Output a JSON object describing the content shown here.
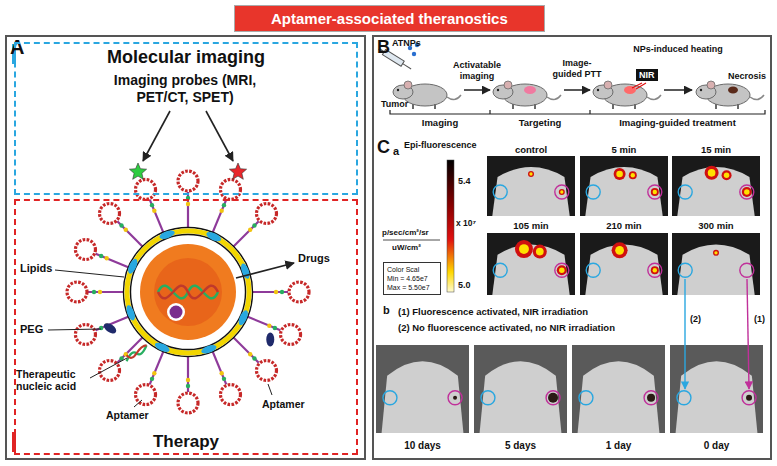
{
  "diagram": {
    "title": "Aptamer-associated theranostics",
    "nodes": [
      {
        "text": [
          "A"
        ]
      },
      {
        "text": [
          "Molecular imaging",
          "Imaging probes (MRI, PET/CT, SPET)"
        ],
        "in": 0
      },
      {
        "text": [
          "Therapy"
        ],
        "in": 0
      },
      {
        "text": [
          "B",
          "C"
        ]
      },
      {
        "text": [
          "Color Scal",
          "Min = 4.65e7",
          "Max = 5.50e7"
        ],
        "in": 3
      }
    ],
    "labels": [
      "Lipids",
      "PEG",
      "Drugs",
      "Therapeutic nucleic acid",
      "Aptamer",
      "Aptamer",
      "ATNPs",
      "Tumor",
      "Activatable imaging",
      "Image-guided PTT",
      "NIR",
      "NPs-induced heating",
      "Necrosis",
      "Imaging",
      "Targeting",
      "Imaging-guided treatment",
      "a",
      "Epi-fluorescence",
      "p/sec/cm²/sr",
      "uW/cm²",
      "5.4",
      "x 10⁷",
      "5.0",
      "control",
      "5 min",
      "15 min",
      "105 min",
      "210 min",
      "300 min",
      "b",
      "(1) Fluorescence activated, NIR irradiation",
      "(2) No fluorescence activated, no NIR irradiation",
      "(2)",
      "(1)",
      "10 days",
      "5 days",
      "1 day",
      "0 day"
    ]
  }
}
